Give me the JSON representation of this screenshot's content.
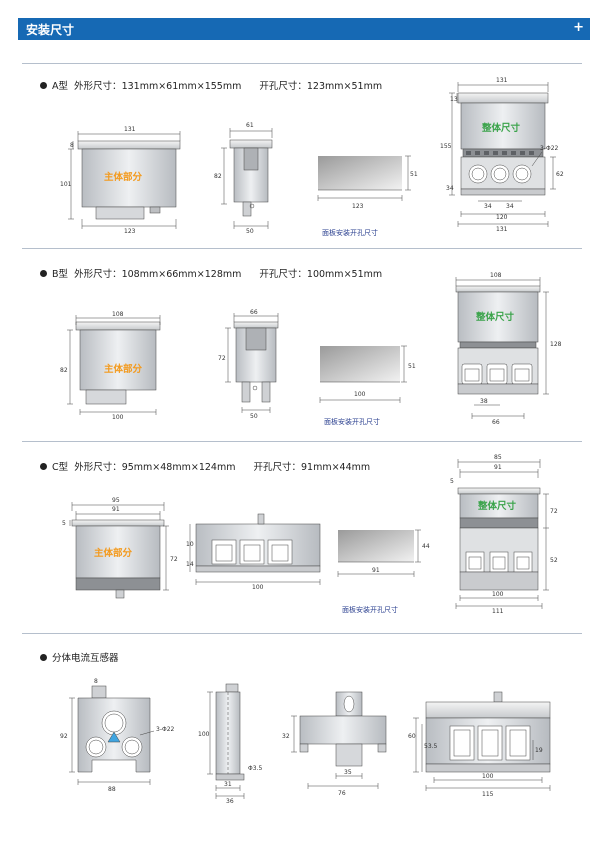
{
  "header": {
    "title": "安装尺寸",
    "plus": "+"
  },
  "sections": [
    {
      "model": "A型",
      "outline_label": "外形尺寸：",
      "outline": "131mm×61mm×155mm",
      "cut_label": "开孔尺寸：",
      "cut": "123mm×51mm"
    },
    {
      "model": "B型",
      "outline_label": "外形尺寸：",
      "outline": "108mm×66mm×128mm",
      "cut_label": "开孔尺寸：",
      "cut": "100mm×51mm"
    },
    {
      "model": "C型",
      "outline_label": "外形尺寸：",
      "outline": "95mm×48mm×124mm",
      "cut_label": "开孔尺寸：",
      "cut": "91mm×44mm"
    }
  ],
  "ct_section": {
    "title": "分体电流互感器"
  },
  "labels": {
    "main_body": "主体部分",
    "whole_size": "整体尺寸",
    "panel_cut": "面板安装开孔尺寸"
  },
  "dims": {
    "a": {
      "w131": "131",
      "d8": "8",
      "h101": "101",
      "w123": "123",
      "w61": "61",
      "h82": "82",
      "w50": "50",
      "h51": "51",
      "cw123": "123",
      "f131": "131",
      "f13": "13",
      "f155": "155",
      "fhole": "3-Φ22",
      "f62": "62",
      "f34a": "34",
      "f34b": "34",
      "f34c": "34",
      "f120": "120",
      "f131b": "131"
    },
    "b": {
      "w108": "108",
      "h82": "82",
      "w100": "100",
      "w66": "66",
      "h72": "72",
      "w50": "50",
      "h51": "51",
      "cw100": "100",
      "f108": "108",
      "f128": "128",
      "f38": "38",
      "f66": "66"
    },
    "c": {
      "w95": "95",
      "w91": "91",
      "d5": "5",
      "h72": "72",
      "cw91": "91",
      "h44": "44",
      "f85": "85",
      "f91": "91",
      "f5": "5",
      "f72": "72",
      "f52": "52",
      "f100": "100",
      "f111": "111",
      "s10": "10",
      "s100": "100",
      "s14": "14"
    },
    "ct": {
      "d8": "8",
      "h92": "92",
      "w88": "88",
      "hole": "3-Φ22",
      "h100": "100",
      "w31": "31",
      "w36": "36",
      "d35": "Φ3.5",
      "h32": "32",
      "w35": "35",
      "w76": "76",
      "w100": "100",
      "w115": "115",
      "h60": "60",
      "h53": "53.5",
      "h19": "19"
    }
  }
}
